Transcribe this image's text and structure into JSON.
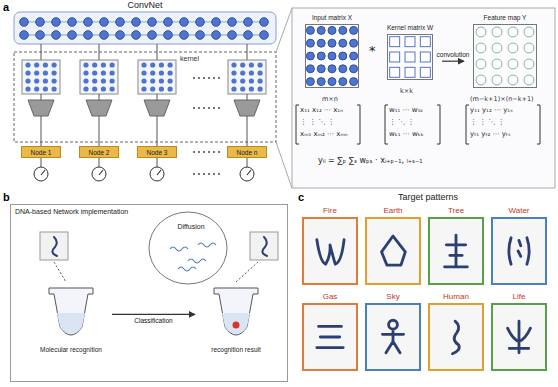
{
  "diagram": {
    "nodes": [
      {
        "text": [
          "Node 1"
        ]
      },
      {
        "text": [
          "Node 2"
        ]
      },
      {
        "text": [
          "Node 3"
        ]
      },
      {
        "text": [
          "Node n"
        ]
      },
      {
        "text": [
          "Input matrix X"
        ]
      },
      {
        "text": [
          "Kernel matrix W"
        ]
      },
      {
        "text": [
          "Feature map Y"
        ]
      },
      {
        "text": [
          "DNA-based Network implementation"
        ]
      },
      {
        "text": [
          "Molecular recognition"
        ],
        "in": 7
      },
      {
        "text": [
          "recognition result"
        ],
        "in": 7
      },
      {
        "text": [
          "Diffusion"
        ],
        "in": 7
      },
      {
        "text": [
          "Target patterns"
        ]
      },
      {
        "text": [
          "Fire"
        ],
        "in": 11
      },
      {
        "text": [
          "Earth"
        ],
        "in": 11
      },
      {
        "text": [
          "Tree"
        ],
        "in": 11
      },
      {
        "text": [
          "Water"
        ],
        "in": 11
      },
      {
        "text": [
          "Gas"
        ],
        "in": 11
      },
      {
        "text": [
          "Sky"
        ],
        "in": 11
      },
      {
        "text": [
          "Human"
        ],
        "in": 11
      },
      {
        "text": [
          "Life"
        ],
        "in": 11
      }
    ],
    "edges": [
      {
        "from": 5,
        "to": 6,
        "arrow": "to",
        "label": "convolution"
      },
      {
        "from": 8,
        "to": 9,
        "arrow": "to",
        "label": "Classification"
      }
    ],
    "labels": [
      "a",
      "ConvNet",
      "kernel",
      "b",
      "c",
      "*",
      "m×n",
      "k×k",
      "(m−k+1)×(n−k+1)",
      "x₁₁ x₁₂ ⋯ x₁ₙ",
      "⋮   ⋮   ⋱   ⋮",
      "xₘ₁ xₘ₂ ⋯ xₘₙ",
      "w₁₁ ⋯ w₁ₖ",
      "⋮   ⋱   ⋮",
      "wₖ₁ ⋯ wₖₖ",
      "y₁₁ y₁₂ ⋯ y₁ₛ",
      "⋮   ⋮   ⋱   ⋮",
      "yₜ₁ yₜ₂ ⋯ yₜₛ",
      "yᵢₗ = ∑ₚ ∑ₛ wₚₛ · xᵢ₊ₚ₋₁, ₗ₊ₛ₋₁"
    ]
  }
}
